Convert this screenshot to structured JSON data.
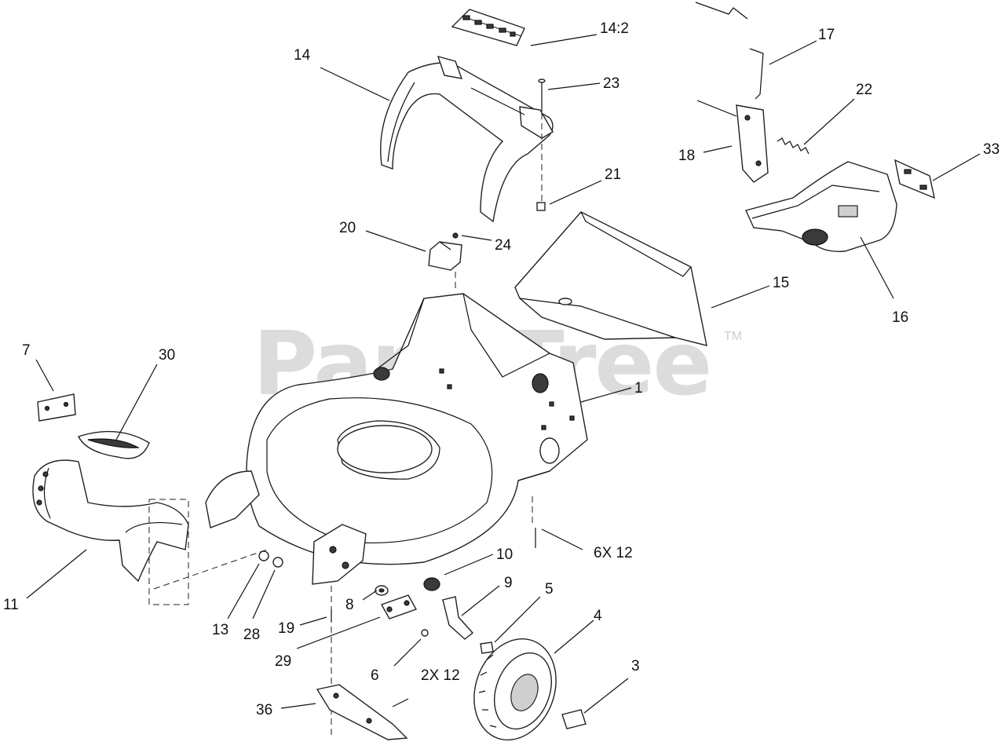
{
  "watermark": {
    "text": "PartsTree",
    "trademark": "TM"
  },
  "callouts": {
    "c14_2": "14:2",
    "c17": "17",
    "c14": "14",
    "c23": "23",
    "c22": "22",
    "c18": "18",
    "c33": "33",
    "c21": "21",
    "c20": "20",
    "c24": "24",
    "c15": "15",
    "c16": "16",
    "c7": "7",
    "c30": "30",
    "c1": "1",
    "c6x12": "6X 12",
    "c10": "10",
    "c9": "9",
    "c5": "5",
    "c4": "4",
    "c8": "8",
    "c11": "11",
    "c13": "13",
    "c28": "28",
    "c19": "19",
    "c29": "29",
    "c6": "6",
    "c2x12": "2X 12",
    "c3": "3",
    "c36": "36"
  }
}
